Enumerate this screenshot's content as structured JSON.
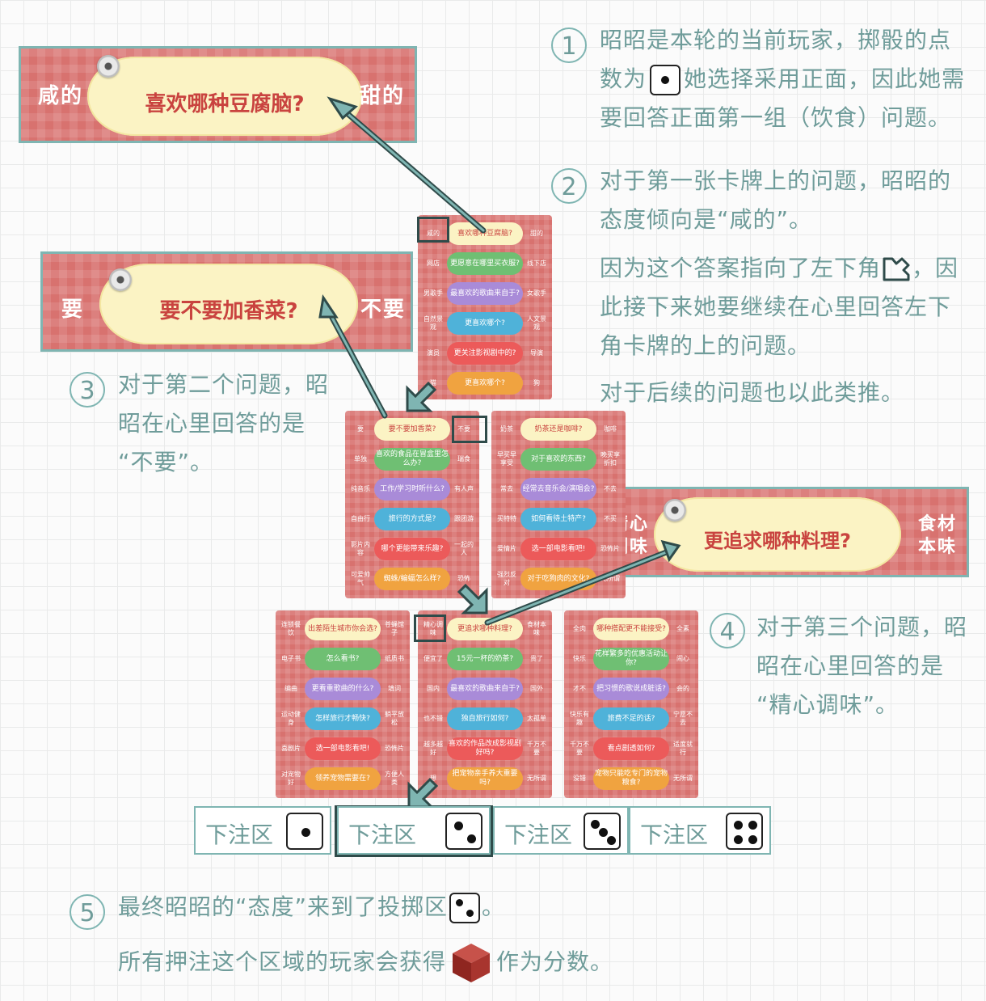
{
  "banners": {
    "first": {
      "left": "咸的",
      "question": "喜欢哪种豆腐脑?",
      "right": "甜的"
    },
    "second": {
      "left": "要",
      "question": "要不要加香菜?",
      "right": "不要"
    },
    "third": {
      "left": "精心\n调味",
      "question": "更追求哪种料理?",
      "right": "食材\n本味"
    }
  },
  "steps": {
    "s1": {
      "num": "1",
      "text_a": "昭昭是本轮的当前玩家，掷骰的点",
      "text_b_pre": "数为",
      "text_b_post": "她选择采用正面，因此她需",
      "text_c": "要回答正面第一组（饮食）问题。"
    },
    "s2": {
      "num": "2",
      "text_a": "对于第一张卡牌上的问题，昭昭的",
      "text_b": "态度倾向是“咸的”。",
      "text_c_pre": "因为这个答案指向了左下角",
      "text_c_post": "，因",
      "text_d": "此接下来她要继续在心里回答左下",
      "text_e": "角卡牌的上的问题。",
      "text_f": "对于后续的问题也以此类推。"
    },
    "s3": {
      "num": "3",
      "text_a": "对于第二个问题，昭",
      "text_b": "昭在心里回答的是",
      "text_c": "“不要”。"
    },
    "s4": {
      "num": "4",
      "text_a": "对于第三个问题，昭",
      "text_b": "昭在心里回答的是",
      "text_c": "“精心调味”。"
    },
    "s5": {
      "num": "5",
      "text_a_pre": "最终昭昭的“态度”来到了投掷区",
      "text_a_post": "。",
      "text_b_pre": "所有押注这个区域的玩家会获得",
      "text_b_post": "作为分数。"
    }
  },
  "zones": [
    {
      "label": "下注区",
      "face": 1
    },
    {
      "label": "下注区",
      "face": 2
    },
    {
      "label": "下注区",
      "face": 3
    },
    {
      "label": "下注区",
      "face": 4
    }
  ],
  "cards": {
    "top": [
      {
        "l": "咸的",
        "q": "喜欢哪种豆腐脑?",
        "r": "甜的",
        "c": "yellow"
      },
      {
        "l": "网店",
        "q": "更愿意在哪里买衣服?",
        "r": "线下店",
        "c": "green"
      },
      {
        "l": "男歌手",
        "q": "最喜欢的歌曲来自于?",
        "r": "女歌手",
        "c": "purple"
      },
      {
        "l": "自然景观",
        "q": "更喜欢哪个?",
        "r": "人文景观",
        "c": "blue"
      },
      {
        "l": "演员",
        "q": "更关注影视剧中的?",
        "r": "导演",
        "c": "red"
      },
      {
        "l": "猫",
        "q": "更喜欢哪个?",
        "r": "狗",
        "c": "orange"
      }
    ],
    "mid_left": [
      {
        "l": "要",
        "q": "要不要加香菜?",
        "r": "不要",
        "c": "yellow"
      },
      {
        "l": "单独",
        "q": "喜欢的食品在冒盒里怎么办?",
        "r": "瑞食",
        "c": "green"
      },
      {
        "l": "纯音乐",
        "q": "工作/学习时听什么?",
        "r": "有人声",
        "c": "purple"
      },
      {
        "l": "自由行",
        "q": "旅行的方式是?",
        "r": "跟团游",
        "c": "blue"
      },
      {
        "l": "影片内容",
        "q": "哪个更能带来乐趣?",
        "r": "一起的人",
        "c": "red"
      },
      {
        "l": "可爱帅气",
        "q": "蜘蛛/蝙蝠怎么样?",
        "r": "恐怖",
        "c": "orange"
      }
    ],
    "mid_right": [
      {
        "l": "奶茶",
        "q": "奶茶还是咖啡?",
        "r": "咖啡",
        "c": "yellow"
      },
      {
        "l": "早买早享受",
        "q": "对于喜欢的东西?",
        "r": "晚买享折扣",
        "c": "green"
      },
      {
        "l": "常去",
        "q": "经常去音乐会/演唱会?",
        "r": "不去",
        "c": "purple"
      },
      {
        "l": "买特特",
        "q": "如何看待土特产?",
        "r": "不买",
        "c": "blue"
      },
      {
        "l": "爱情片",
        "q": "选一部电影看吧!",
        "r": "恐怖片",
        "c": "red"
      },
      {
        "l": "强烈反对",
        "q": "对于吃狗肉的文化?",
        "r": "无所谓",
        "c": "orange"
      }
    ],
    "bot_left": [
      {
        "l": "连锁餐饮",
        "q": "出差陌生城市你会选?",
        "r": "苍蝇馆子",
        "c": "yellow"
      },
      {
        "l": "电子书",
        "q": "怎么看书?",
        "r": "纸质书",
        "c": "green"
      },
      {
        "l": "编曲",
        "q": "更看重歌曲的什么?",
        "r": "填词",
        "c": "purple"
      },
      {
        "l": "运动健身",
        "q": "怎样旅行才畅快?",
        "r": "躺平放松",
        "c": "blue"
      },
      {
        "l": "喜剧片",
        "q": "选一部电影看吧!",
        "r": "恐怖片",
        "c": "red"
      },
      {
        "l": "对宠物好",
        "q": "领养宠物需要在?",
        "r": "方便人类",
        "c": "orange"
      }
    ],
    "bot_mid": [
      {
        "l": "精心调味",
        "q": "更追求哪种料理?",
        "r": "食材本味",
        "c": "yellow"
      },
      {
        "l": "便宜了",
        "q": "15元一杯的奶茶?",
        "r": "贵了",
        "c": "green"
      },
      {
        "l": "国内",
        "q": "最喜欢的歌曲来自于?",
        "r": "国外",
        "c": "purple"
      },
      {
        "l": "也不错",
        "q": "独自旅行如何?",
        "r": "太孤单",
        "c": "blue"
      },
      {
        "l": "越多越好",
        "q": "喜欢的作品改成影视剧好吗?",
        "r": "千万不要",
        "c": "red"
      },
      {
        "l": "想",
        "q": "把宠物亲手养大重要吗?",
        "r": "无所谓",
        "c": "orange"
      }
    ],
    "bot_right": [
      {
        "l": "全肉",
        "q": "哪种搭配更不能接受?",
        "r": "全素",
        "c": "yellow"
      },
      {
        "l": "快乐",
        "q": "花样繁多的优惠活动让你?",
        "r": "闹心",
        "c": "green"
      },
      {
        "l": "才不",
        "q": "把习惯的歌说成脏话?",
        "r": "会的",
        "c": "purple"
      },
      {
        "l": "快乐有趣",
        "q": "旅费不足的话?",
        "r": "宁愿不去",
        "c": "blue"
      },
      {
        "l": "千万不要",
        "q": "看点剧透如何?",
        "r": "适度就行",
        "c": "red"
      },
      {
        "l": "没错",
        "q": "宠物只能吃专门的宠物粮食?",
        "r": "无所谓",
        "c": "orange"
      }
    ]
  },
  "colors": {
    "card_red": "#d8726f",
    "teal": "#7fb5b2",
    "text": "#6f9c9a",
    "pill_yellow": "#fbf3c4"
  },
  "icons": [
    "pin-icon",
    "die-icon",
    "corner-arrow-icon",
    "red-die-icon"
  ]
}
